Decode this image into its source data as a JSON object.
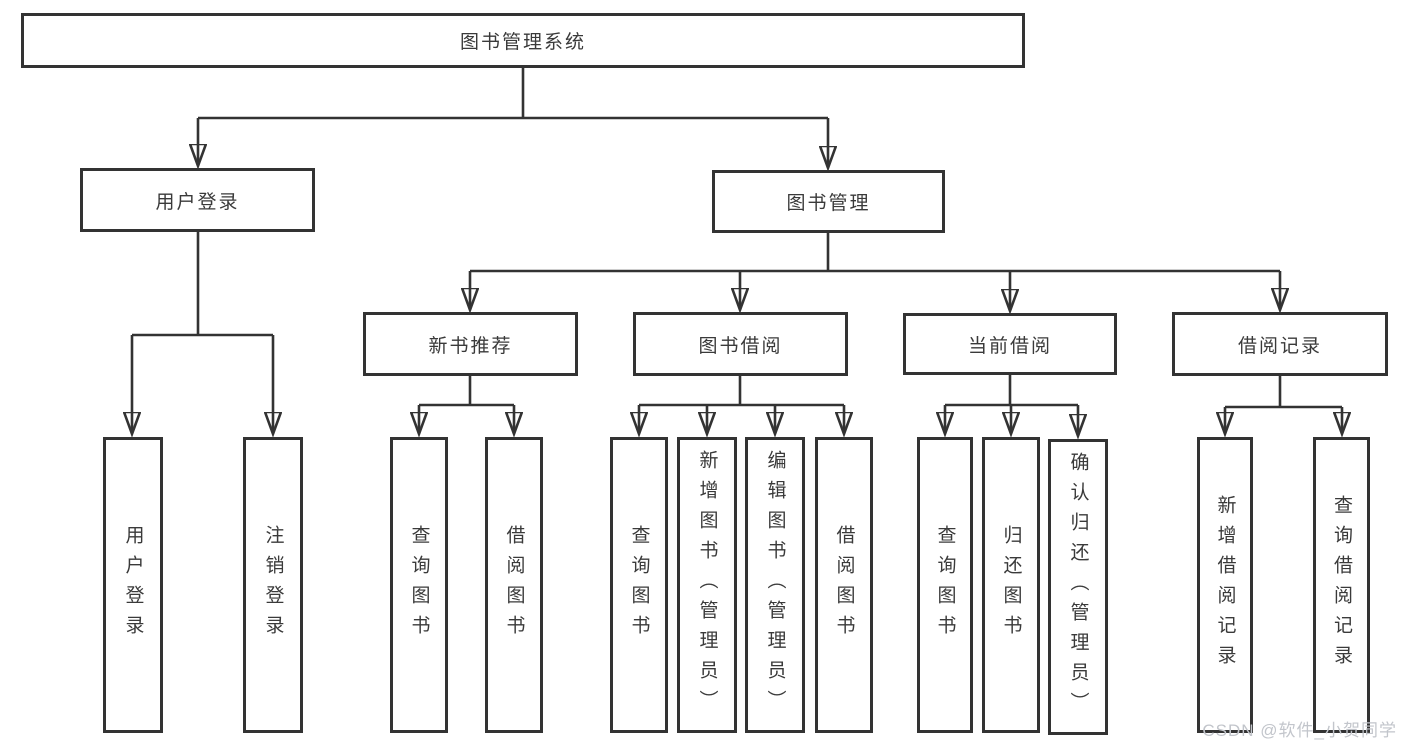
{
  "tree": {
    "root": {
      "label": "图书管理系统"
    },
    "branches": [
      {
        "label": "用户登录",
        "leaves": [
          {
            "label": "用户登录"
          },
          {
            "label": "注销登录"
          }
        ]
      },
      {
        "label": "图书管理",
        "groups": [
          {
            "label": "新书推荐",
            "leaves": [
              {
                "label": "查询图书"
              },
              {
                "label": "借阅图书"
              }
            ]
          },
          {
            "label": "图书借阅",
            "leaves": [
              {
                "label": "查询图书"
              },
              {
                "label": "新增图书（管理员）"
              },
              {
                "label": "编辑图书（管理员）"
              },
              {
                "label": "借阅图书"
              }
            ]
          },
          {
            "label": "当前借阅",
            "leaves": [
              {
                "label": "查询图书"
              },
              {
                "label": "归还图书"
              },
              {
                "label": "确认归还（管理员）"
              }
            ]
          },
          {
            "label": "借阅记录",
            "leaves": [
              {
                "label": "新增借阅记录"
              },
              {
                "label": "查询借阅记录"
              }
            ]
          }
        ]
      }
    ]
  },
  "watermark": {
    "text": "CSDN @软件_小贺同学"
  },
  "colors": {
    "line": "#333333",
    "text": "#3a3a3a",
    "background": "#ffffff",
    "watermark": "#c2c5cb"
  }
}
